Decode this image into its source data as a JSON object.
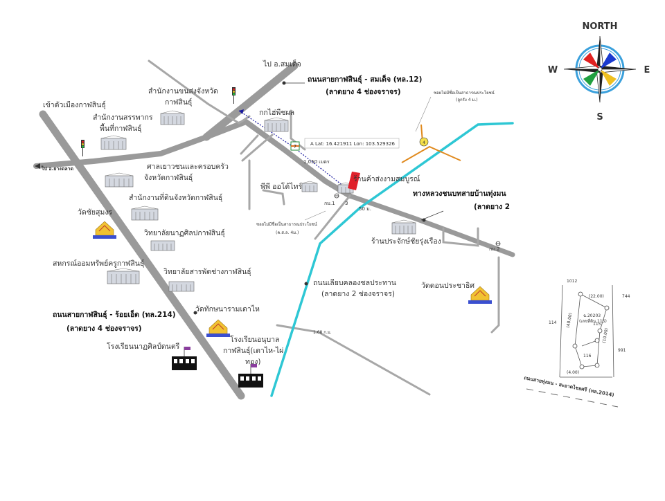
{
  "compass": {
    "north": "NORTH",
    "west": "W",
    "east": "E",
    "south": "S"
  },
  "roads": {
    "kalasin_somdet": {
      "name": "ถนนสายกาฬสินธุ์ - สมเด็จ (ทล.12)",
      "detail": "(ลาดยาง 4 ช่องจราจร)"
    },
    "kalasin_roiet": {
      "name": "ถนนสายกาฬสินธุ์ - ร้อยเอ็ด (ทล.214)",
      "detail": "(ลาดยาง 4 ช่องจราจร)"
    },
    "canal_road": {
      "name": "ถนนเลียบคลองชลประทาน",
      "detail": "(ลาดยาง 2 ช่องจราจร)"
    },
    "rural_road": {
      "name": "ทางหลวงชนบทสายบ้านทุ่งมน",
      "detail": "(ลาดยาง 2"
    },
    "to_somdet": "ไป อ.สมเด็จ",
    "to_city": "เข้าตัวเมืองกาฬสินธุ์",
    "to_yangtalat": "ไป อ.ยางตลาด"
  },
  "places": {
    "transport_office": "สำนักงานขนส่งจังหวัด",
    "transport_office_2": "กาฬสินธุ์",
    "revenue_office": "สำนักงานสรรพากร",
    "revenue_office_2": "พื้นที่กาฬสินธุ์",
    "youth_court": "ศาลเยาวชนและครอบครัว",
    "youth_court_2": "จังหวัดกาฬสินธุ์",
    "land_office": "สำนักงานที่ดินจังหวัดกาฬสินธุ์",
    "wat_chaisumon": "วัดชัยสุมงร",
    "dramatic_arts_college": "วิทยาลัยนาฏศิลปกาฬสินธุ์",
    "teacher_coop": "สหกรณ์ออมทรัพย์ครูกาฬสินธุ์",
    "polytechnic": "วิทยาลัยสารพัดช่างกาฬสินธุ์",
    "wat_thakhana": "วัดทักษนารามเตาไห",
    "kindergarten": "โรงเรียนอนุบาล",
    "kindergarten_2": "กาฬสินธุ์(เตาไห-ไผ่",
    "kindergarten_3": "ทอง)",
    "dance_school": "โรงเรียนนาฏศิลป์ดนตรี",
    "kokhai": "กกไฮ่พืชผล",
    "pp_auto": "พีพี ออโต้ไทร์",
    "store": "ร้านค้าส่งงามสมบูรณ์",
    "prachak_shop": "ร้านประจักษ์ชัยรุ่งเรือง",
    "wat_donprachathit": "วัดดอนประชาธิศ",
    "seven_eleven": "7"
  },
  "annotations": {
    "coords": "A Lat: 16.421911 Lon: 103.529326",
    "distance_1050": "1,050 เมตร",
    "distance_50": "50 ม.",
    "distance_168": "1.68 ก.ม.",
    "km1": "กม.1",
    "km2": "กม.2",
    "point_3": "3",
    "plot_4": "4",
    "public_soi_top": "ซอยไม่มีชื่อเป็นสาธารณประโยชน์",
    "public_soi_top_2": "(ลูกรัง 4 ม.)",
    "public_soi_bottom": "ซอยไม่มีชื่อเป็นสาธารณประโยชน์",
    "public_soi_bottom_2": "(ค.ส.ล. 4ม.)"
  },
  "parcel": {
    "n1012": "1012",
    "n744": "744",
    "n114": "114",
    "n115": "115",
    "n991": "991",
    "n116": "116",
    "deed": "ฉ.20203",
    "deed_2": "(เลขที่ดิน 115)",
    "dim_top": "(22.00)",
    "dim_left": "(48.00)",
    "dim_right": "(10.00)",
    "dim_bottom": "(4.00)",
    "road_label": "ถนนสายทุ่งมน - สะอาดไชยศรี (ทล.2014)"
  },
  "colors": {
    "road": "#9a9a9a",
    "canal": "#2ec7d4",
    "route": "#1a1aa0",
    "plot": "#e08a1e",
    "marker": "#e0202a",
    "compass_ring": "#3aa0dc"
  }
}
